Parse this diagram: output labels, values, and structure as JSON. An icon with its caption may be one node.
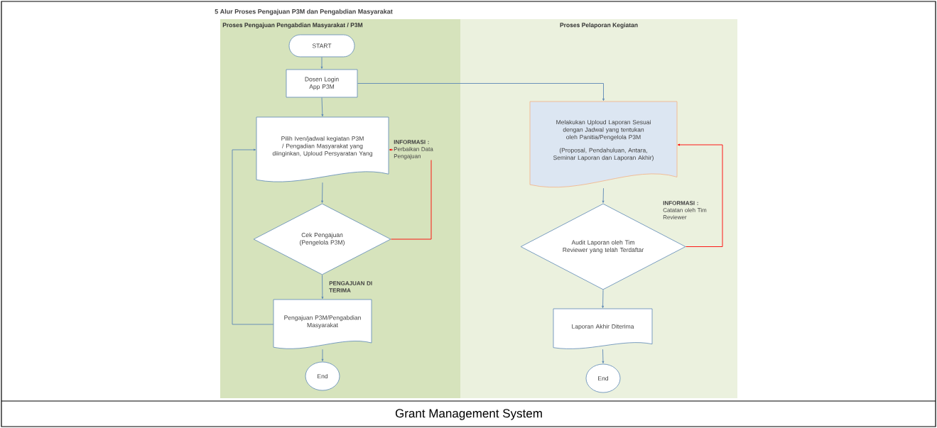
{
  "diagram": {
    "title": "5 Alur Proses Pengajuan P3M dan Pengabdian Masyarakat",
    "caption": "Grant Management System",
    "nodes": [
      {
        "text": [
          "Proses Pengajuan Pengabdian Masyarakat / P3M"
        ]
      },
      {
        "text": [
          "Proses Pelaporan Kegiatan"
        ]
      },
      {
        "text": [
          "START"
        ],
        "in": 0
      },
      {
        "text": [
          "Dosen Login App P3M"
        ],
        "in": 0
      },
      {
        "text": [
          "Pilih Iven/jadwal kegiatan P3M / Pengadian Masyarakat yang diinginkan, Uploud Persyaratan Yang"
        ],
        "in": 0
      },
      {
        "text": [
          "Cek Pengajuan (Pengelola P3M)"
        ],
        "in": 0
      },
      {
        "text": [
          "Pengajuan P3M/Pengabdian Masyarakat"
        ],
        "in": 0
      },
      {
        "text": [
          "End"
        ],
        "in": 0
      },
      {
        "text": [
          "Melakukan Uploud Laporan Sesuai dengan Jadwal yang tentukan oleh Panitia/Pengelola P3M",
          "(Proposal, Pendahuluan, Antara, Seminar Laporan dan Laporan Akhir)"
        ],
        "in": 1
      },
      {
        "text": [
          "Audit Laporan oleh Tim Reviewer yang telah Terdaftar"
        ],
        "in": 1
      },
      {
        "text": [
          "Laporan Akhir Diterima"
        ],
        "in": 1
      },
      {
        "text": [
          "End"
        ],
        "in": 1
      }
    ],
    "edges": [
      {
        "from": 2,
        "to": 3,
        "arrow": "to"
      },
      {
        "from": 3,
        "to": 4,
        "arrow": "to"
      },
      {
        "from": 4,
        "to": 5,
        "arrow": "to"
      },
      {
        "from": 5,
        "to": 4,
        "arrow": "to",
        "color": "#ff0000",
        "label": "**INFORMASI :** Perbaikan Data Pengajuan"
      },
      {
        "from": 5,
        "to": 6,
        "arrow": "to",
        "label": "PENGAJUAN DI TERIMA"
      },
      {
        "from": 6,
        "to": 4,
        "arrow": "to"
      },
      {
        "from": 6,
        "to": 7,
        "arrow": "to"
      },
      {
        "from": 3,
        "to": 8,
        "arrow": "to"
      },
      {
        "from": 8,
        "to": 9,
        "arrow": "to"
      },
      {
        "from": 9,
        "to": 8,
        "arrow": "to",
        "color": "#ff0000",
        "label": "**INFORMASI :** Catatan oleh Tim Reviewer"
      },
      {
        "from": 9,
        "to": 10,
        "arrow": "to"
      },
      {
        "from": 10,
        "to": 11,
        "arrow": "to"
      }
    ]
  }
}
